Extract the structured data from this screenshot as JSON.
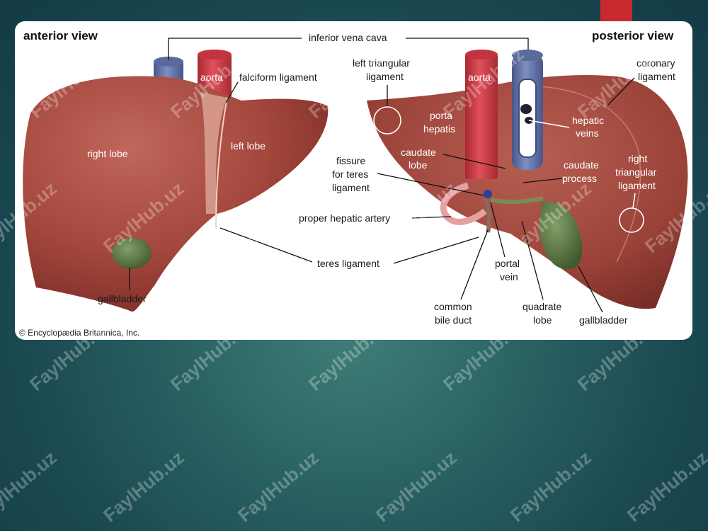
{
  "diagram": {
    "titles": {
      "anterior": "anterior view",
      "posterior": "posterior view"
    },
    "labels": {
      "ivc": "inferior vena cava",
      "aorta": "aorta",
      "falciform": "falciform ligament",
      "right_lobe": "right lobe",
      "left_lobe": "left lobe",
      "gallbladder": "gallbladder",
      "teres": "teres ligament",
      "left_triangular_1": "left triangular",
      "left_triangular_2": "ligament",
      "coronary_1": "coronary",
      "coronary_2": "ligament",
      "porta_1": "porta",
      "porta_2": "hepatis",
      "hepatic_veins_1": "hepatic",
      "hepatic_veins_2": "veins",
      "caudate_lobe_1": "caudate",
      "caudate_lobe_2": "lobe",
      "fissure_1": "fissure",
      "fissure_2": "for teres",
      "fissure_3": "ligament",
      "caudate_process_1": "caudate",
      "caudate_process_2": "process",
      "right_triangular_1": "right",
      "right_triangular_2": "triangular",
      "right_triangular_3": "ligament",
      "proper_hepatic_artery": "proper hepatic artery",
      "portal_vein_1": "portal",
      "portal_vein_2": "vein",
      "common_bile_1": "common",
      "common_bile_2": "bile duct",
      "quadrate_1": "quadrate",
      "quadrate_2": "lobe",
      "gallbladder_post": "gallbladder"
    },
    "credit": "© Encyclopædia Britannica, Inc."
  },
  "watermark": {
    "text": "FaylHub.uz"
  },
  "colors": {
    "liver": "#a4473d",
    "aorta": "#d23c44",
    "ivc": "#6a7bab",
    "gallbladder": "#5d7a45",
    "accent": "#c8292e"
  }
}
